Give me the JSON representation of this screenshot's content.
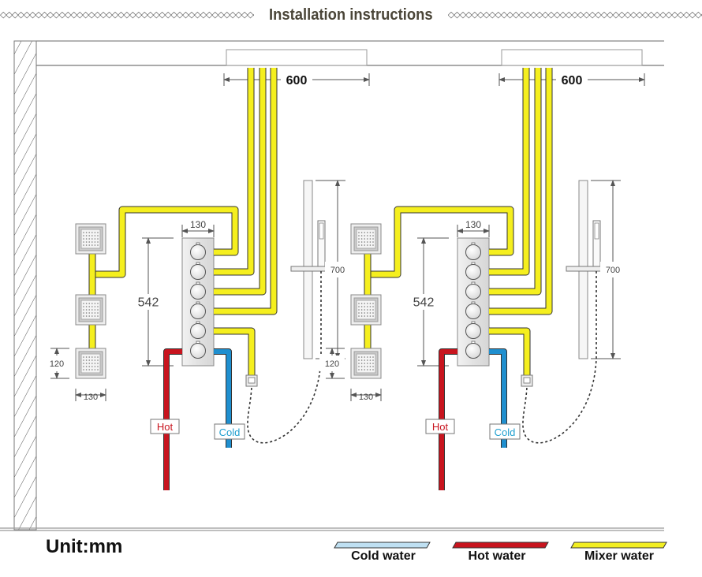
{
  "header": {
    "title": "Installation instructions",
    "decoration": "◇◇◇◇◇◇◇◇◇◇◇◇◇◇◇◇◇◇◇◇◇◇◇◇◇◇◇◇◇◇◇◇◇◇◇◇◇◇◇◇◇◇◇◇◇◇◇◇"
  },
  "diagrams": [
    {
      "name": "left-installation",
      "overhead_shower_width": "600",
      "valve_width": "130",
      "valve_height": "542",
      "valve_knob_count": 6,
      "body_jet_height": "120",
      "body_jet_width": "130",
      "slide_bar_height": "700",
      "body_jet_count": 3,
      "hot_label": "Hot",
      "cold_label": "Cold"
    },
    {
      "name": "right-installation",
      "overhead_shower_width": "600",
      "valve_width": "130",
      "valve_height": "542",
      "valve_knob_count": 6,
      "body_jet_height": "120",
      "body_jet_width": "130",
      "slide_bar_height": "700",
      "body_jet_count": 3,
      "hot_label": "Hot",
      "cold_label": "Cold"
    }
  ],
  "footer": {
    "unit_label": "Unit:mm",
    "legend": [
      {
        "label": "Cold water",
        "color": "#bfe0f2"
      },
      {
        "label": "Hot water",
        "color": "#c8141e"
      },
      {
        "label": "Mixer water",
        "color": "#f2ee22"
      }
    ]
  },
  "colors": {
    "mixer_pipe": "#f5ef1e",
    "hot_pipe": "#c8141e",
    "cold_pipe": "#1f8fcf",
    "hot_text": "#c8141e",
    "cold_text": "#1f9fcf",
    "line": "#555555"
  }
}
